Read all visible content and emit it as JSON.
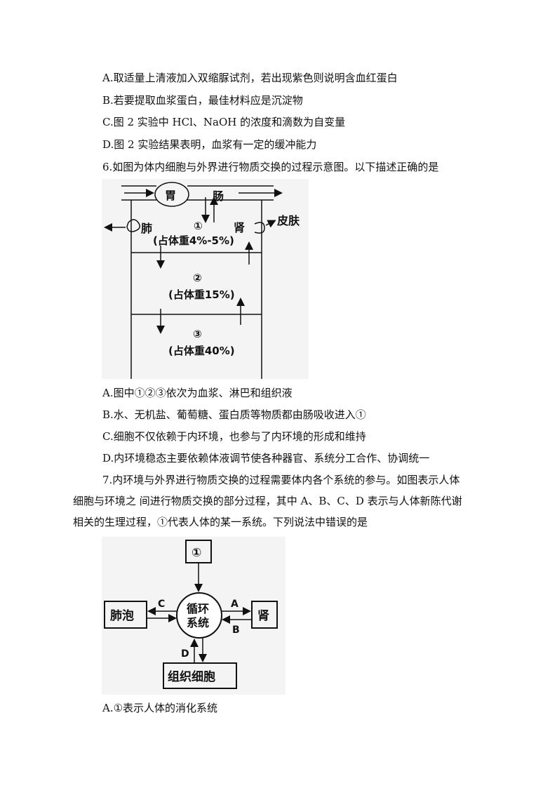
{
  "q5_options": {
    "a": "A.取适量上清液加入双缩脲试剂，若出现紫色则说明含血红蛋白",
    "b": "B.若要提取血浆蛋白，最佳材料应是沉淀物",
    "c": "C.图 2 实验中 HCl、NaOH 的浓度和滴数为自变量",
    "d": "D.图 2 实验结果表明，血浆有一定的缓冲能力"
  },
  "q6": {
    "stem": "6.如图为体内细胞与外界进行物质交换的过程示意图。以下描述正确的是",
    "figure": {
      "stomach": "胃",
      "intestine": "肠",
      "lung": "肺",
      "kidney": "肾",
      "skin": "皮肤",
      "c1": "①",
      "c1_note": "(占体重4%-5%)",
      "c2": "②",
      "c2_note": "(占体重15%)",
      "c3": "③",
      "c3_note": "(占体重40%)"
    },
    "a": "A.图中①②③依次为血浆、淋巴和组织液",
    "b": "B.水、无机盐、葡萄糖、蛋白质等物质都由肠吸收进入①",
    "c": "C.细胞不仅依赖于内环境，也参与了内环境的形成和维持",
    "d": "D.内环境稳态主要依赖体液调节使各种器官、系统分工合作、协调统一"
  },
  "q7": {
    "stem": "7.内环境与外界进行物质交换的过程需要体内各个系统的参与。如图表示人体细胞与环境之 间进行物质交换的部分过程，其中 A、B、C、D 表示与人体新陈代谢相关的生理过程，①代表人体的某一系统。下列说法中错误的是",
    "figure": {
      "top_box": "①",
      "center_line1": "循环",
      "center_line2": "系统",
      "left_box": "肺泡",
      "right_box": "肾",
      "bottom_box": "组织细胞",
      "label_a": "A",
      "label_b": "B",
      "label_c": "C",
      "label_d": "D"
    },
    "a": "A.①表示人体的消化系统"
  }
}
